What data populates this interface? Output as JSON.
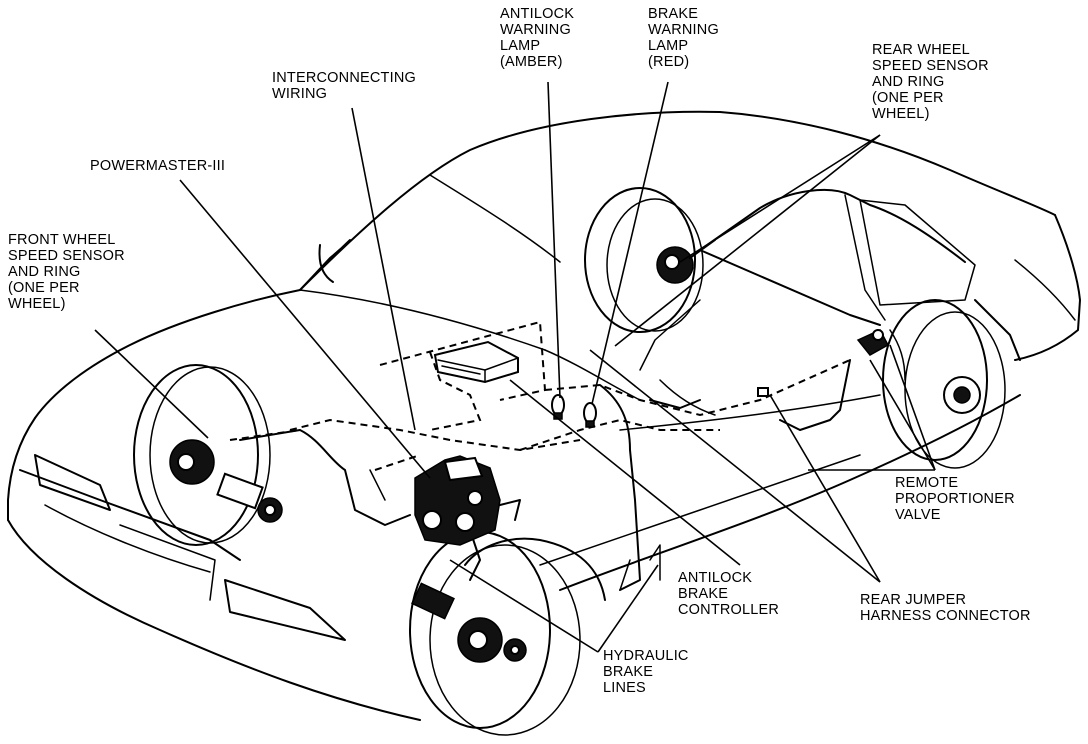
{
  "labels": {
    "antilock_lamp": "ANTILOCK\nWARNING\nLAMP\n(AMBER)",
    "brake_lamp": "BRAKE\nWARNING\nLAMP\n(RED)",
    "rear_sensor": "REAR WHEEL\nSPEED SENSOR\nAND RING\n(ONE PER\nWHEEL)",
    "interconnecting": "INTERCONNECTING\nWIRING",
    "powermaster": "POWERMASTER-III",
    "front_sensor": "FRONT WHEEL\nSPEED SENSOR\nAND RING\n(ONE PER\nWHEEL)",
    "proportioner": "REMOTE\nPROPORTIONER\nVALVE",
    "controller": "ANTILOCK\nBRAKE\nCONTROLLER",
    "jumper": "REAR JUMPER\nHARNESS CONNECTOR",
    "hydraulic": "HYDRAULIC\nBRAKE\nLINES"
  },
  "icons": [
    "car-body-outline",
    "front-left-wheel",
    "front-right-wheel",
    "rear-left-wheel",
    "rear-right-wheel",
    "powermaster-unit",
    "brake-controller-module",
    "warning-lamp-bulb"
  ]
}
